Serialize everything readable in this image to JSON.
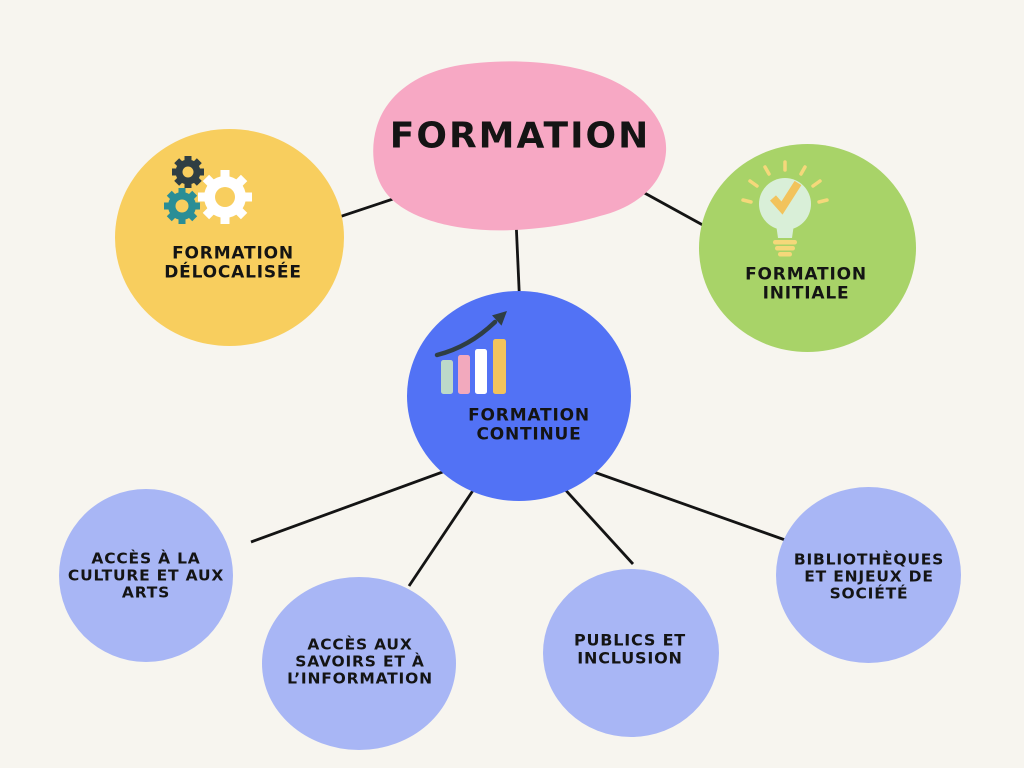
{
  "title": "FORMATION",
  "diagram_type": "mind-map",
  "colors": {
    "background": "#f7f5ef",
    "connector": "#141414",
    "text": "#141414",
    "central_blob_pink": "#f7a8c4",
    "node_yellow": "#f8ce5e",
    "node_green": "#a8d368",
    "node_blue": "#5272f5",
    "node_periwinkle": "#a8b6f5",
    "icon_charcoal": "#2f3e43",
    "icon_teal": "#2a8e96",
    "icon_white": "#ffffff",
    "icon_mint_bar": "#bcd9c9",
    "icon_pink_bar": "#f2a9bd",
    "icon_yellow_bar": "#f2c35c",
    "bulb_glass": "#d9efd8",
    "bulb_yellow": "#f5d87a"
  },
  "nodes": [
    {
      "id": "formation-delocalisee",
      "icon": "gears-icon",
      "color": "#f8ce5e",
      "label_lines": [
        "FORMATION",
        "DÉLOCALISÉE"
      ]
    },
    {
      "id": "formation-initiale",
      "icon": "lightbulb-icon",
      "color": "#a8d368",
      "label_lines": [
        "FORMATION",
        "INITIALE"
      ]
    },
    {
      "id": "formation-continue",
      "icon": "bar-chart-icon",
      "color": "#5272f5",
      "label_lines": [
        "FORMATION",
        "CONTINUE"
      ]
    },
    {
      "id": "acces-a-la-culture-et-aux-arts",
      "icon": null,
      "color": "#a8b6f5",
      "label_lines": [
        "ACCÈS À LA",
        "CULTURE ET AUX",
        "ARTS"
      ]
    },
    {
      "id": "acces-aux-savoirs-et-a-l-information",
      "icon": null,
      "color": "#a8b6f5",
      "label_lines": [
        "ACCÈS AUX",
        "SAVOIRS ET À",
        "L’INFORMATION"
      ]
    },
    {
      "id": "publics-et-inclusion",
      "icon": null,
      "color": "#a8b6f5",
      "label_lines": [
        "PUBLICS ET",
        "INCLUSION"
      ]
    },
    {
      "id": "bibliotheques-et-enjeux-de-societe",
      "icon": null,
      "color": "#a8b6f5",
      "label_lines": [
        "BIBLIOTHÈQUES",
        "ET ENJEUX DE",
        "SOCIÉTÉ"
      ]
    }
  ],
  "edges": [
    {
      "from": "formation",
      "to": "formation-delocalisee"
    },
    {
      "from": "formation",
      "to": "formation-initiale"
    },
    {
      "from": "formation",
      "to": "formation-continue"
    },
    {
      "from": "formation-continue",
      "to": "acces-a-la-culture-et-aux-arts"
    },
    {
      "from": "formation-continue",
      "to": "acces-aux-savoirs-et-a-l-information"
    },
    {
      "from": "formation-continue",
      "to": "publics-et-inclusion"
    },
    {
      "from": "formation-continue",
      "to": "bibliotheques-et-enjeux-de-societe"
    }
  ]
}
